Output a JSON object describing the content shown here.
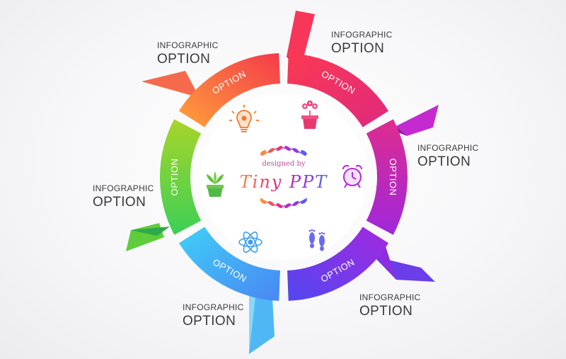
{
  "callouts": [
    {
      "small": "INFOGRAPHIC",
      "big": "OPTION"
    },
    {
      "small": "INFOGRAPHIC",
      "big": "OPTION"
    },
    {
      "small": "INFOGRAPHIC",
      "big": "OPTION"
    },
    {
      "small": "INFOGRAPHIC",
      "big": "OPTION"
    },
    {
      "small": "INFOGRAPHIC",
      "big": "OPTION"
    },
    {
      "small": "INFOGRAPHIC",
      "big": "OPTION"
    }
  ],
  "segments": [
    {
      "label": "OPTION",
      "color_start": "#ff9a3c",
      "color_end": "#f4364f",
      "icon": "lightbulb-icon"
    },
    {
      "label": "OPTION",
      "color_start": "#f8365a",
      "color_end": "#e5287a",
      "icon": "flower-pot-icon"
    },
    {
      "label": "OPTION",
      "color_start": "#e02c8c",
      "color_end": "#a526d6",
      "icon": "alarm-clock-icon"
    },
    {
      "label": "OPTION",
      "color_start": "#a227e0",
      "color_end": "#5a46f0",
      "icon": "footprints-icon"
    },
    {
      "label": "OPTION",
      "color_start": "#4b7df2",
      "color_end": "#38c8f5",
      "icon": "atom-icon"
    },
    {
      "label": "OPTION",
      "color_start": "#48d060",
      "color_end": "#9bd230",
      "icon": "succulent-pot-icon"
    }
  ],
  "center": {
    "designed_by": "designed by",
    "brand": "Tiny PPT"
  }
}
